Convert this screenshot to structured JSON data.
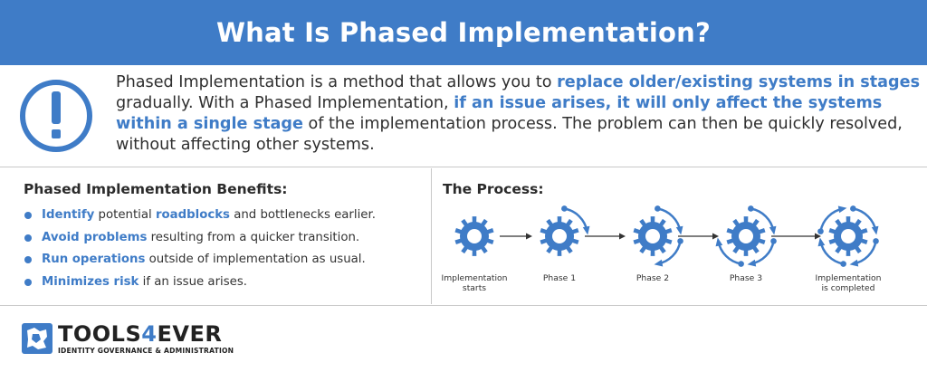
{
  "header": {
    "title": "What Is Phased Implementation?"
  },
  "intro": {
    "icon": "exclamation-circle-icon",
    "part1": "Phased Implementation is a method that allows you to ",
    "highlight1": "replace older/existing systems in stages",
    "part2": " gradually. With a Phased Implementation, ",
    "highlight2": "if an issue arises, it will only affect the systems within a single stage",
    "part3": " of the implementation process. The problem can then be quickly resolved, without affecting other systems."
  },
  "benefits": {
    "title": "Phased Implementation Benefits:",
    "items": [
      {
        "parts": [
          {
            "text": "Identify",
            "hl": true
          },
          {
            "text": " potential ",
            "hl": false
          },
          {
            "text": "roadblocks",
            "hl": true
          },
          {
            "text": " and bottlenecks earlier.",
            "hl": false
          }
        ]
      },
      {
        "parts": [
          {
            "text": "Avoid problems",
            "hl": true
          },
          {
            "text": " resulting from a quicker transition.",
            "hl": false
          }
        ]
      },
      {
        "parts": [
          {
            "text": "Run operations",
            "hl": true
          },
          {
            "text": " outside of implementation as usual.",
            "hl": false
          }
        ]
      },
      {
        "parts": [
          {
            "text": "Minimizes risk",
            "hl": true
          },
          {
            "text": " if an issue arises.",
            "hl": false
          }
        ]
      }
    ]
  },
  "process": {
    "title": "The Process:",
    "stages": [
      {
        "label_lines": [
          "Implementation",
          "starts"
        ],
        "arcs": 0
      },
      {
        "label_lines": [
          "Phase 1"
        ],
        "arcs": 1
      },
      {
        "label_lines": [
          "Phase 2"
        ],
        "arcs": 2
      },
      {
        "label_lines": [
          "Phase 3"
        ],
        "arcs": 3
      },
      {
        "label_lines": [
          "Implementation",
          "is completed"
        ],
        "arcs": 4
      }
    ]
  },
  "logo": {
    "name_main": "TOOLS",
    "name_accent": "4",
    "name_end": "EVER",
    "tagline": "IDENTITY GOVERNANCE & ADMINISTRATION"
  },
  "colors": {
    "accent": "#3f7cc7",
    "text": "#2f2f2f",
    "divider": "#c9c9c9"
  }
}
